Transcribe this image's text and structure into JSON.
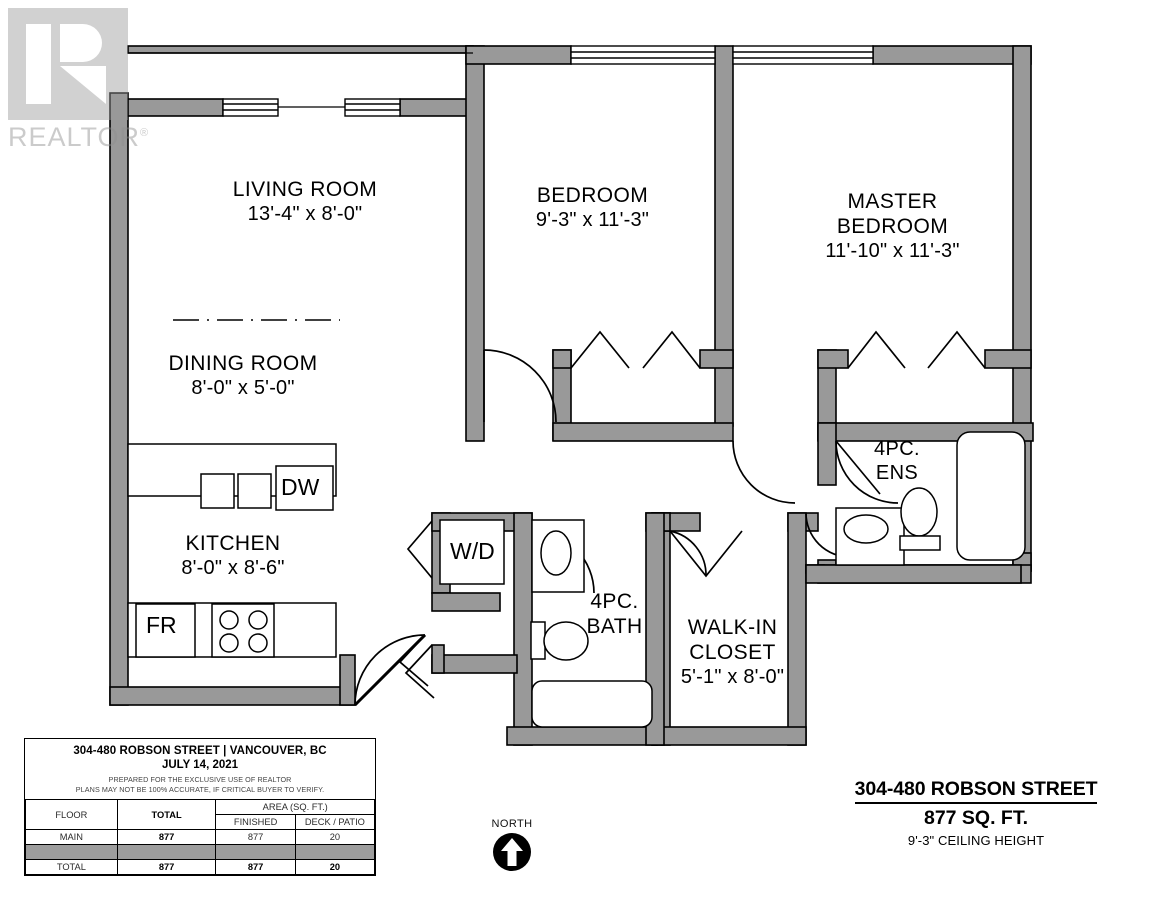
{
  "document": {
    "type": "floor-plan",
    "watermark": {
      "text": "REALTOR",
      "superscript": "®"
    }
  },
  "rooms": [
    {
      "id": "living-room",
      "name": "LIVING ROOM",
      "dimensions": "13'-4\" x 8'-0\""
    },
    {
      "id": "dining-room",
      "name": "DINING ROOM",
      "dimensions": "8'-0\" x 5'-0\""
    },
    {
      "id": "kitchen",
      "name": "KITCHEN",
      "dimensions": "8'-0\" x 8'-6\""
    },
    {
      "id": "bedroom",
      "name": "BEDROOM",
      "dimensions": "9'-3\" x 11'-3\""
    },
    {
      "id": "master-bedroom",
      "name": "MASTER",
      "name2": "BEDROOM",
      "dimensions": "11'-10\" x 11'-3\""
    },
    {
      "id": "walk-in-closet",
      "name": "WALK-IN",
      "name2": "CLOSET",
      "dimensions": "5'-1\" x 8'-0\""
    },
    {
      "id": "bath-main",
      "name": "4PC.",
      "name2": "BATH",
      "dimensions": ""
    },
    {
      "id": "ensuite",
      "name": "4PC.",
      "name2": "ENS",
      "dimensions": ""
    }
  ],
  "appliances": [
    {
      "id": "dishwasher",
      "label": "DW"
    },
    {
      "id": "refrigerator",
      "label": "FR"
    },
    {
      "id": "washer-dryer",
      "label": "W/D"
    }
  ],
  "info_box": {
    "address": "304-480 ROBSON STREET | VANCOUVER, BC",
    "date": "JULY 14, 2021",
    "disclaimer_line1": "PREPARED FOR THE EXCLUSIVE USE OF REALTOR",
    "disclaimer_line2": "PLANS MAY NOT BE 100% ACCURATE, IF CRITICAL BUYER TO VERIFY.",
    "table": {
      "headers": {
        "floor": "FLOOR",
        "total": "TOTAL",
        "area_group": "AREA (SQ. FT.)",
        "finished": "FINISHED",
        "deck_patio": "DECK / PATIO"
      },
      "rows": [
        {
          "floor": "MAIN",
          "total": "877",
          "finished": "877",
          "deck_patio": "20"
        }
      ],
      "total_row": {
        "floor": "TOTAL",
        "total": "877",
        "finished": "877",
        "deck_patio": "20"
      }
    }
  },
  "compass": {
    "label": "NORTH",
    "icon": "north-arrow-icon"
  },
  "title_block": {
    "address": "304-480 ROBSON STREET",
    "area": "877 SQ. FT.",
    "ceiling": "9'-3\" CEILING HEIGHT"
  },
  "colors": {
    "wall_fill": "#999999",
    "wall_stroke": "#000000",
    "background": "#ffffff",
    "watermark": "#9a9a9a",
    "table_spacer": "#9d9d9d"
  }
}
